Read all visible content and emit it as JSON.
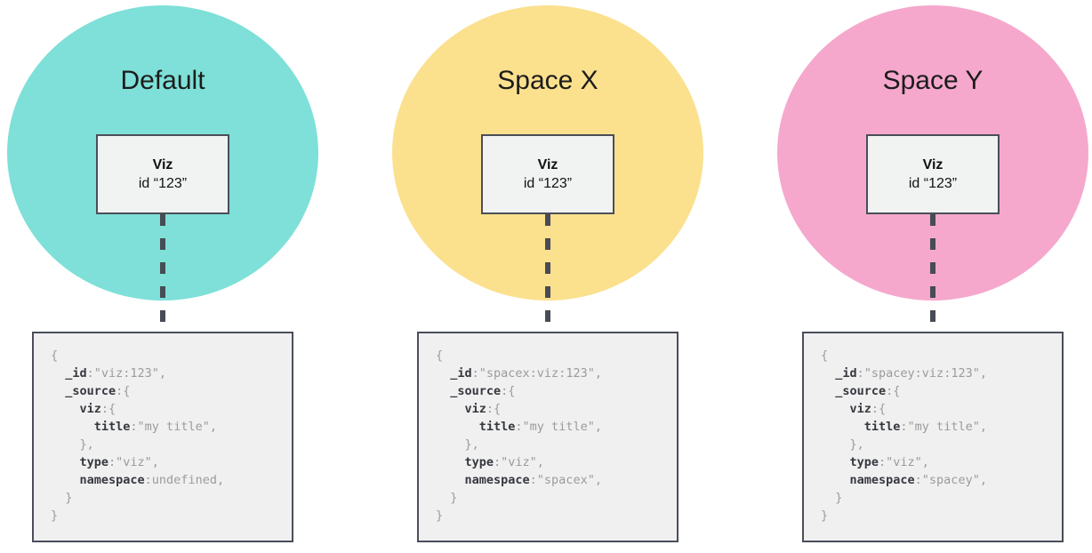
{
  "page": {
    "background_color": "#ffffff"
  },
  "diagram": {
    "connector_color": "#474c56",
    "code_key_color": "#35383d",
    "code_plain_color": "#9b9b9b",
    "node_fill_color": "#f1f2f2",
    "node_border_color": "#4a4e58",
    "code_box_fill_color": "#f0f0f1",
    "columns": [
      {
        "name": "default",
        "space_label": "Default",
        "space_color": "#7ee0d8",
        "viz_title": "Viz",
        "viz_id": "id “123”",
        "code_lines": [
          [
            {
              "c": "p",
              "s": "{"
            }
          ],
          [
            {
              "c": "p",
              "s": "  "
            },
            {
              "c": "k",
              "s": "_id"
            },
            {
              "c": "p",
              "s": ":\"viz:123\","
            }
          ],
          [
            {
              "c": "p",
              "s": "  "
            },
            {
              "c": "k",
              "s": "_source"
            },
            {
              "c": "p",
              "s": ":{"
            }
          ],
          [
            {
              "c": "p",
              "s": "    "
            },
            {
              "c": "k",
              "s": "viz"
            },
            {
              "c": "p",
              "s": ":{"
            }
          ],
          [
            {
              "c": "p",
              "s": "      "
            },
            {
              "c": "k",
              "s": "title"
            },
            {
              "c": "p",
              "s": ":\"my title\","
            }
          ],
          [
            {
              "c": "p",
              "s": "    },"
            }
          ],
          [
            {
              "c": "p",
              "s": "    "
            },
            {
              "c": "k",
              "s": "type"
            },
            {
              "c": "p",
              "s": ":\"viz\","
            }
          ],
          [
            {
              "c": "p",
              "s": "    "
            },
            {
              "c": "k",
              "s": "namespace"
            },
            {
              "c": "p",
              "s": ":undefined,"
            }
          ],
          [
            {
              "c": "p",
              "s": "  }"
            }
          ],
          [
            {
              "c": "p",
              "s": "}"
            }
          ]
        ]
      },
      {
        "name": "space-x",
        "space_label": "Space X",
        "space_color": "#fbe08e",
        "viz_title": "Viz",
        "viz_id": "id “123”",
        "code_lines": [
          [
            {
              "c": "p",
              "s": "{"
            }
          ],
          [
            {
              "c": "p",
              "s": "  "
            },
            {
              "c": "k",
              "s": "_id"
            },
            {
              "c": "p",
              "s": ":\"spacex:viz:123\","
            }
          ],
          [
            {
              "c": "p",
              "s": "  "
            },
            {
              "c": "k",
              "s": "_source"
            },
            {
              "c": "p",
              "s": ":{"
            }
          ],
          [
            {
              "c": "p",
              "s": "    "
            },
            {
              "c": "k",
              "s": "viz"
            },
            {
              "c": "p",
              "s": ":{"
            }
          ],
          [
            {
              "c": "p",
              "s": "      "
            },
            {
              "c": "k",
              "s": "title"
            },
            {
              "c": "p",
              "s": ":\"my title\","
            }
          ],
          [
            {
              "c": "p",
              "s": "    },"
            }
          ],
          [
            {
              "c": "p",
              "s": "    "
            },
            {
              "c": "k",
              "s": "type"
            },
            {
              "c": "p",
              "s": ":\"viz\","
            }
          ],
          [
            {
              "c": "p",
              "s": "    "
            },
            {
              "c": "k",
              "s": "namespace"
            },
            {
              "c": "p",
              "s": ":\"spacex\","
            }
          ],
          [
            {
              "c": "p",
              "s": "  }"
            }
          ],
          [
            {
              "c": "p",
              "s": "}"
            }
          ]
        ]
      },
      {
        "name": "space-y",
        "space_label": "Space Y",
        "space_color": "#f5a8cc",
        "viz_title": "Viz",
        "viz_id": "id “123”",
        "code_lines": [
          [
            {
              "c": "p",
              "s": "{"
            }
          ],
          [
            {
              "c": "p",
              "s": "  "
            },
            {
              "c": "k",
              "s": "_id"
            },
            {
              "c": "p",
              "s": ":\"spacey:viz:123\","
            }
          ],
          [
            {
              "c": "p",
              "s": "  "
            },
            {
              "c": "k",
              "s": "_source"
            },
            {
              "c": "p",
              "s": ":{"
            }
          ],
          [
            {
              "c": "p",
              "s": "    "
            },
            {
              "c": "k",
              "s": "viz"
            },
            {
              "c": "p",
              "s": ":{"
            }
          ],
          [
            {
              "c": "p",
              "s": "      "
            },
            {
              "c": "k",
              "s": "title"
            },
            {
              "c": "p",
              "s": ":\"my title\","
            }
          ],
          [
            {
              "c": "p",
              "s": "    },"
            }
          ],
          [
            {
              "c": "p",
              "s": "    "
            },
            {
              "c": "k",
              "s": "type"
            },
            {
              "c": "p",
              "s": ":\"viz\","
            }
          ],
          [
            {
              "c": "p",
              "s": "    "
            },
            {
              "c": "k",
              "s": "namespace"
            },
            {
              "c": "p",
              "s": ":\"spacey\","
            }
          ],
          [
            {
              "c": "p",
              "s": "  }"
            }
          ],
          [
            {
              "c": "p",
              "s": "}"
            }
          ]
        ]
      }
    ]
  }
}
